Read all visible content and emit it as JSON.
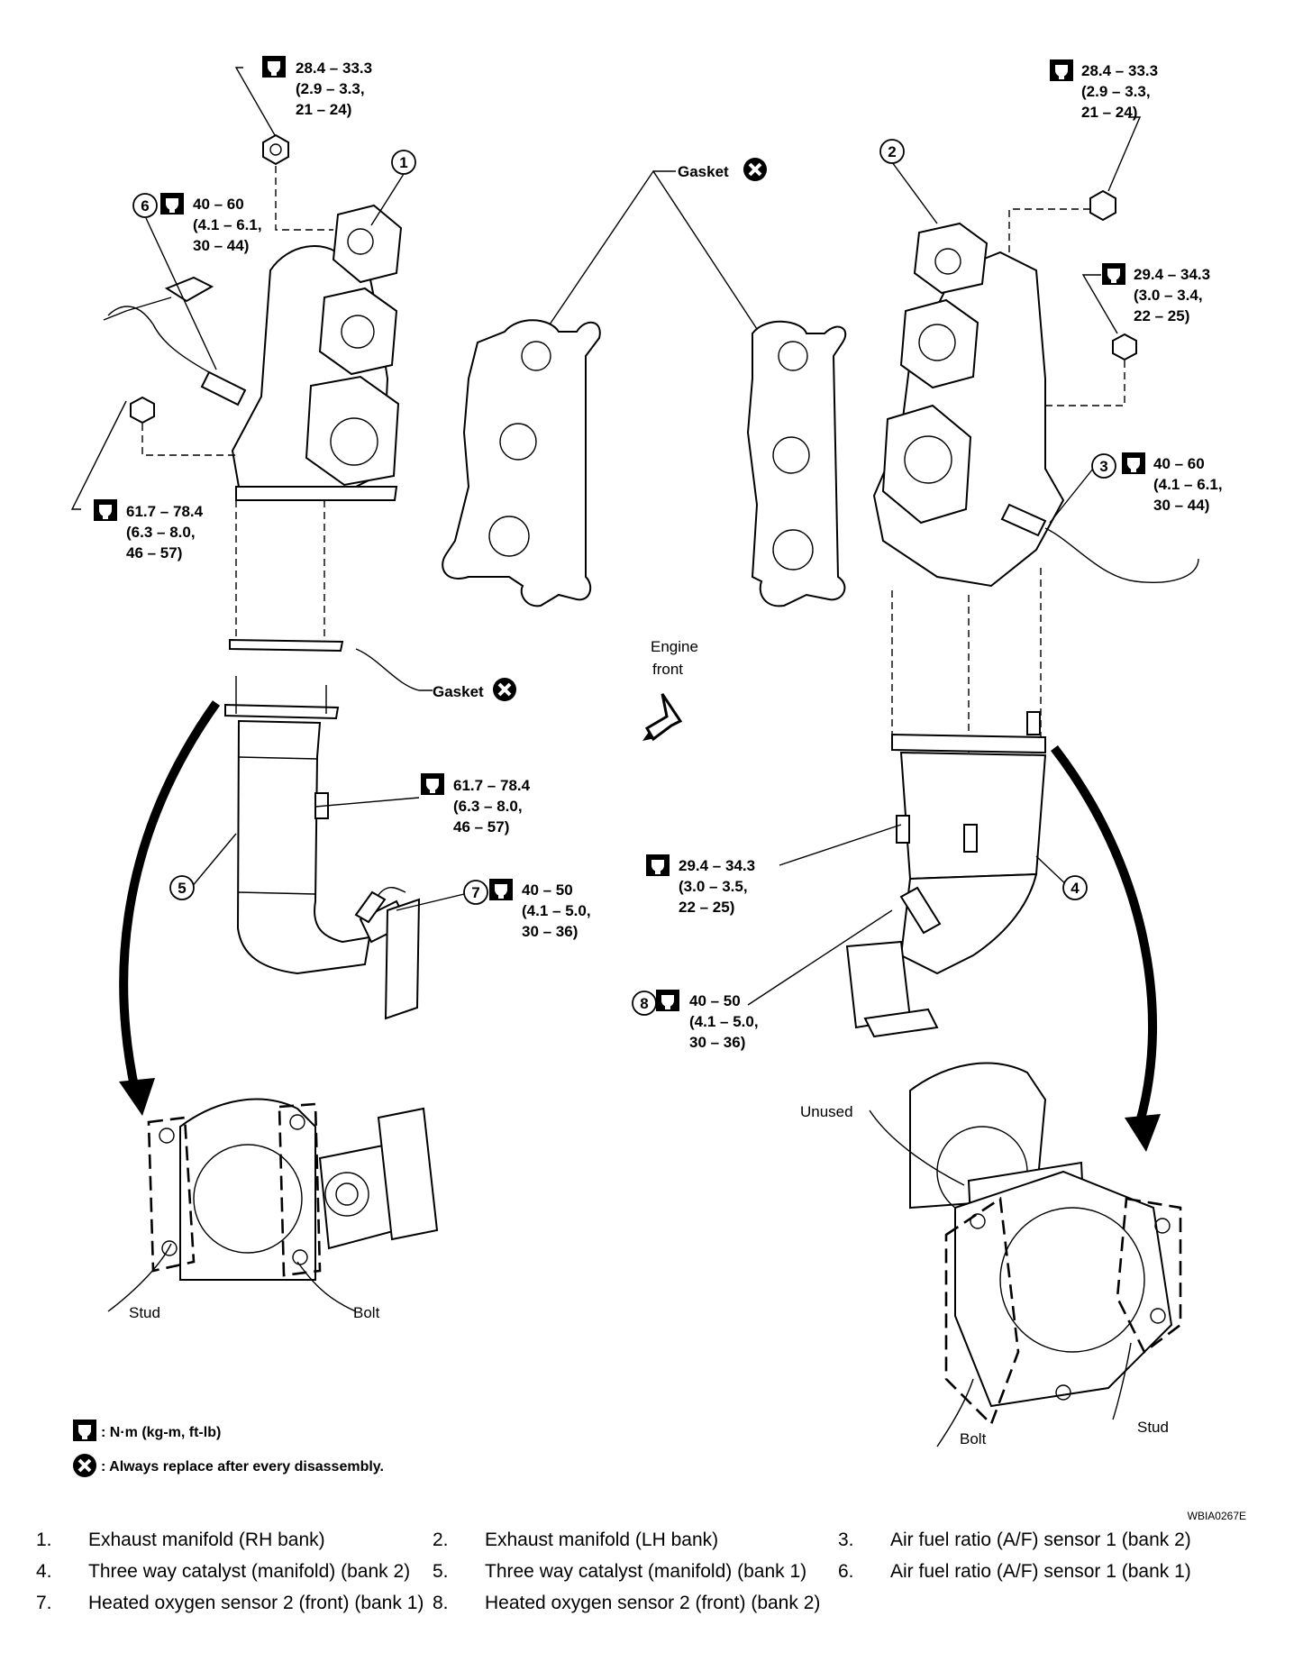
{
  "torque": {
    "t1": {
      "l1": "28.4 – 33.3",
      "l2": "(2.9 – 3.3,",
      "l3": "21 – 24)"
    },
    "t2": {
      "l1": "40 – 60",
      "l2": "(4.1 – 6.1,",
      "l3": "30 – 44)"
    },
    "t3": {
      "l1": "61.7 – 78.4",
      "l2": "(6.3 – 8.0,",
      "l3": "46 – 57)"
    },
    "t4": {
      "l1": "28.4 – 33.3",
      "l2": "(2.9 – 3.3,",
      "l3": "21 – 24)"
    },
    "t5": {
      "l1": "29.4 – 34.3",
      "l2": "(3.0 – 3.4,",
      "l3": "22 – 25)"
    },
    "t6": {
      "l1": "40 – 60",
      "l2": "(4.1 – 6.1,",
      "l3": "30 – 44)"
    },
    "t7": {
      "l1": "61.7 – 78.4",
      "l2": "(6.3 – 8.0,",
      "l3": "46 – 57)"
    },
    "t8": {
      "l1": "40 – 50",
      "l2": "(4.1 – 5.0,",
      "l3": "30 – 36)"
    },
    "t9": {
      "l1": "29.4 – 34.3",
      "l2": "(3.0 – 3.5,",
      "l3": "22 – 25)"
    },
    "t10": {
      "l1": "40 – 50",
      "l2": "(4.1 – 5.0,",
      "l3": "30 – 36)"
    }
  },
  "callouts": {
    "c1": "1",
    "c2": "2",
    "c3": "3",
    "c4": "4",
    "c5": "5",
    "c6": "6",
    "c7": "7",
    "c8": "8"
  },
  "labels": {
    "gasket_top": "Gasket",
    "gasket_mid": "Gasket",
    "engine_front_1": "Engine",
    "engine_front_2": "front",
    "stud_left": "Stud",
    "bolt_left": "Bolt",
    "unused": "Unused",
    "bolt_right": "Bolt",
    "stud_right": "Stud"
  },
  "key": {
    "torque_unit": ": N·m (kg-m, ft-lb)",
    "replace": ": Always replace after every disassembly."
  },
  "figure_code": "WBIA0267E",
  "legend": [
    {
      "num": "1.",
      "text": "Exhaust manifold (RH bank)"
    },
    {
      "num": "2.",
      "text": "Exhaust manifold (LH bank)"
    },
    {
      "num": "3.",
      "text": "Air fuel ratio (A/F) sensor 1 (bank 2)"
    },
    {
      "num": "4.",
      "text": "Three way catalyst (manifold) (bank 2)"
    },
    {
      "num": "5.",
      "text": "Three way catalyst (manifold) (bank 1)"
    },
    {
      "num": "6.",
      "text": "Air fuel ratio (A/F) sensor 1 (bank 1)"
    },
    {
      "num": "7.",
      "text": "Heated oxygen sensor 2 (front) (bank 1)"
    },
    {
      "num": "8.",
      "text": "Heated oxygen sensor 2 (front) (bank 2)"
    }
  ],
  "icons": {
    "torque": "torque-wrench-icon",
    "replace": "always-replace-icon"
  }
}
